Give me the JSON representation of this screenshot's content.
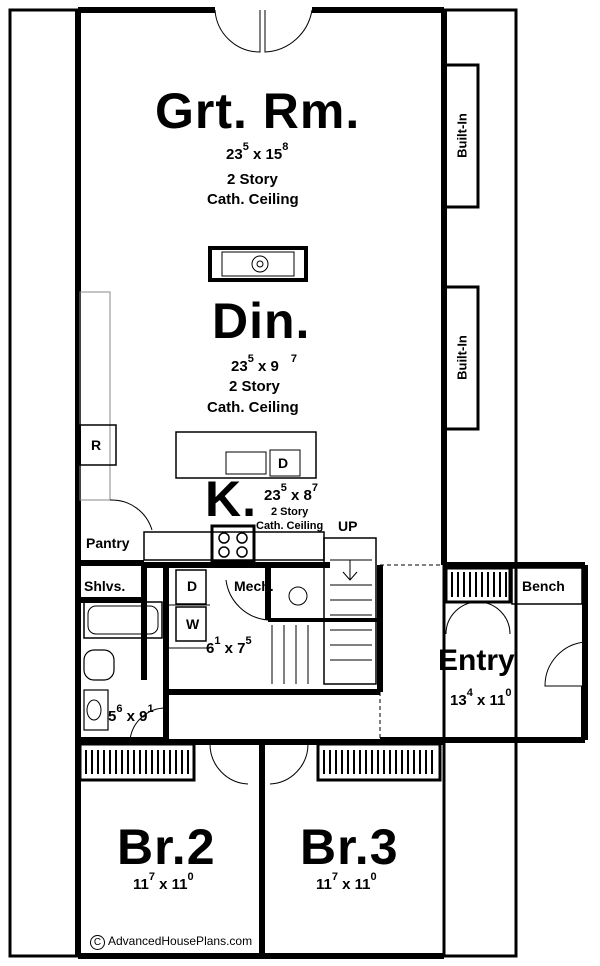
{
  "rooms": {
    "great_room": {
      "name": "Grt. Rm.",
      "w": "23",
      "w_in": "5",
      "h": "15",
      "h_in": "8",
      "note1": "2 Story",
      "note2": "Cath. Ceiling"
    },
    "dining": {
      "name": "Din.",
      "w": "23",
      "w_in": "5",
      "h": "9",
      "h_in": "7",
      "note1": "2 Story",
      "note2": "Cath. Ceiling"
    },
    "kitchen": {
      "name": "K.",
      "w": "23",
      "w_in": "5",
      "h": "8",
      "h_in": "7",
      "note1": "2 Story",
      "note2": "Cath. Ceiling"
    },
    "entry": {
      "name": "Entry",
      "w": "13",
      "w_in": "4",
      "h": "11",
      "h_in": "0"
    },
    "bedroom2": {
      "name": "Br.2",
      "w": "11",
      "w_in": "7",
      "h": "11",
      "h_in": "0"
    },
    "bedroom3": {
      "name": "Br.3",
      "w": "11",
      "w_in": "7",
      "h": "11",
      "h_in": "0"
    },
    "laundry": {
      "w": "6",
      "w_in": "1",
      "h": "7",
      "h_in": "5"
    },
    "bath": {
      "w": "5",
      "w_in": "6",
      "h": "9",
      "h_in": "1"
    }
  },
  "labels": {
    "built_in_1": "Built-In",
    "built_in_2": "Built-In",
    "fridge": "R",
    "dishwasher": "D",
    "pantry": "Pantry",
    "shelves": "Shlvs.",
    "dryer": "D",
    "washer": "W",
    "mech": "Mech.",
    "stairs": "UP",
    "bench": "Bench"
  },
  "credit": "AdvancedHousePlans.com",
  "credit_symbol": "C"
}
